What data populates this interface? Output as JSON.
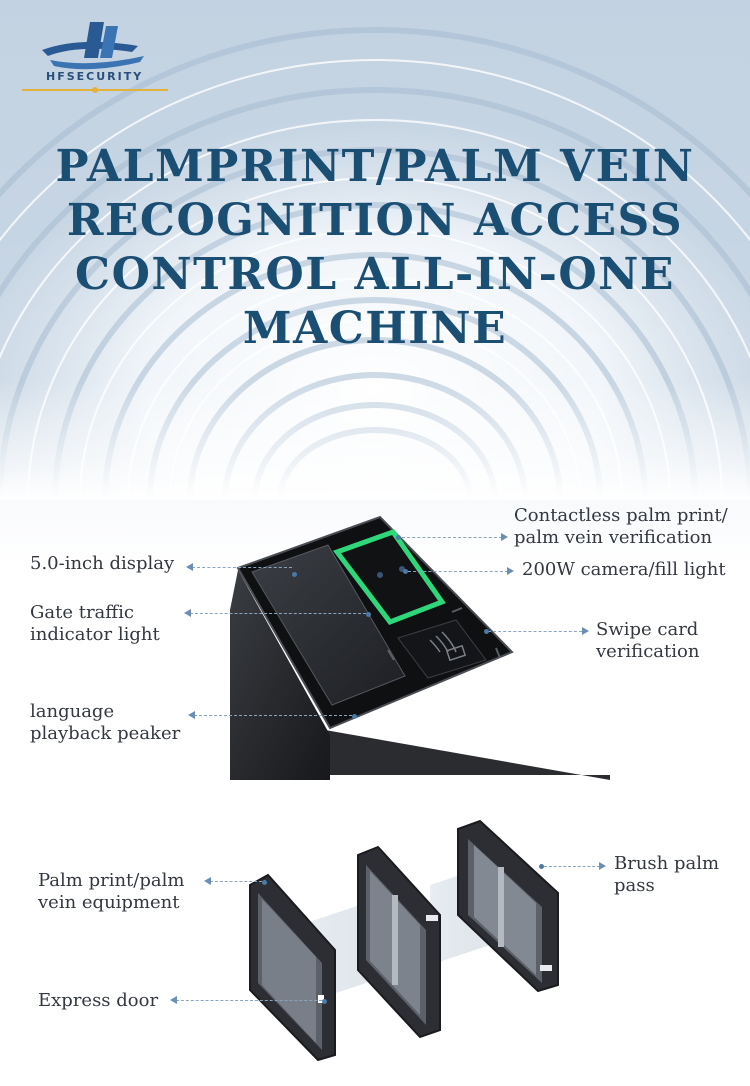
{
  "brand": {
    "name": "HFSECURITY"
  },
  "headline": {
    "lines": [
      "PALMPRINT/PALM VEIN",
      "RECOGNITION ACCESS",
      "CONTROL ALL-IN-ONE",
      "MACHINE"
    ]
  },
  "device_labels": {
    "contactless_line1": "Contactless palm print/",
    "contactless_line2": "palm vein verification",
    "camera": "200W camera/fill light",
    "swipe_line1": "Swipe card",
    "swipe_line2": "verification",
    "display": "5.0-inch display",
    "gate_line1": "Gate traffic",
    "gate_line2": "indicator light",
    "speaker_line1": "language",
    "speaker_line2": "playback peaker"
  },
  "gate_labels": {
    "equipment_line1": "Palm print/palm",
    "equipment_line2": "vein equipment",
    "express": "Express door",
    "brush_line1": "Brush palm",
    "brush_line2": "pass"
  },
  "colors": {
    "headline": "#1b4e73",
    "label_text": "#333840",
    "palm_frame": "#2ed87a",
    "leader_line": "#8ba4bd"
  }
}
